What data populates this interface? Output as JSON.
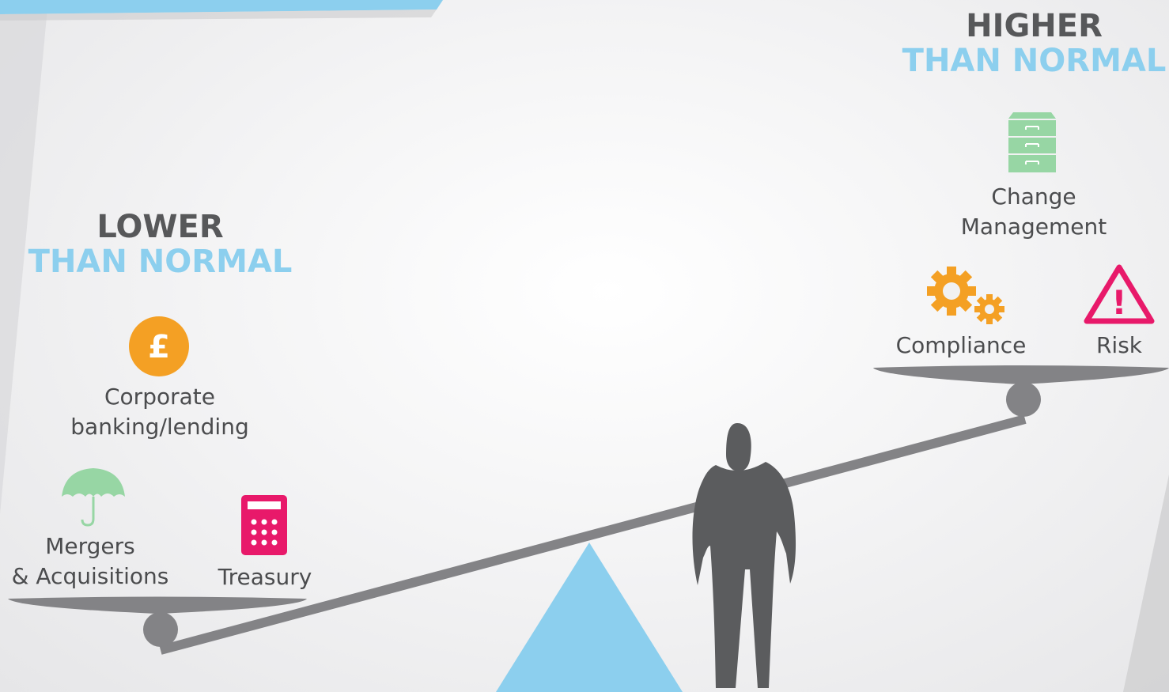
{
  "lower": {
    "line1": "LOWER",
    "line2": "THAN NORMAL"
  },
  "higher": {
    "line1": "HIGHER",
    "line2": "THAN NORMAL"
  },
  "left_items": {
    "corporate": {
      "line1": "Corporate",
      "line2": "banking/lending",
      "icon": "pound-coin-icon"
    },
    "mergers": {
      "line1": "Mergers",
      "line2": "& Acquisitions",
      "icon": "umbrella-icon"
    },
    "treasury": {
      "label": "Treasury",
      "icon": "calculator-icon"
    }
  },
  "right_items": {
    "change": {
      "line1": "Change",
      "line2": "Management",
      "icon": "filing-cabinet-icon"
    },
    "compliance": {
      "label": "Compliance",
      "icon": "gears-icon"
    },
    "risk": {
      "label": "Risk",
      "icon": "warning-icon"
    }
  },
  "icon_glyphs": {
    "pound": "£",
    "exclamation": "!"
  },
  "colors": {
    "heading_dark": "#57585a",
    "heading_light": "#8ccfee",
    "beam": "#838386",
    "fulcrum": "#8ccfee",
    "person": "#5b5c5e",
    "orange": "#f4a024",
    "green": "#97d6a4",
    "pink": "#e8196a"
  }
}
